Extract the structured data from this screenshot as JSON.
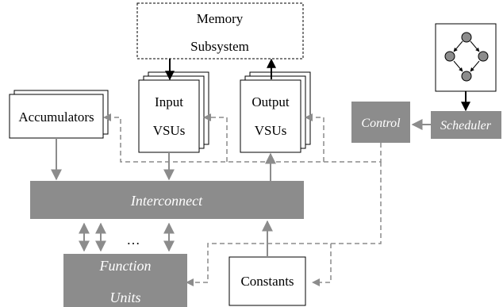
{
  "diagram": {
    "memory": {
      "line1": "Memory",
      "line2": "Subsystem"
    },
    "input_vsus": {
      "line1": "Input",
      "line2": "VSUs"
    },
    "output_vsus": {
      "line1": "Output",
      "line2": "VSUs"
    },
    "accumulators": "Accumulators",
    "control": "Control",
    "scheduler": "Scheduler",
    "interconnect": "Interconnect",
    "ellipsis": "…",
    "function_units": {
      "line1": "Function",
      "line2": "Units"
    },
    "constants": "Constants"
  },
  "colors": {
    "gray_block": "#8c8c8c",
    "arrow_gray": "#8c8c8c",
    "black": "#000000",
    "node_fill": "#8c8c8c"
  }
}
